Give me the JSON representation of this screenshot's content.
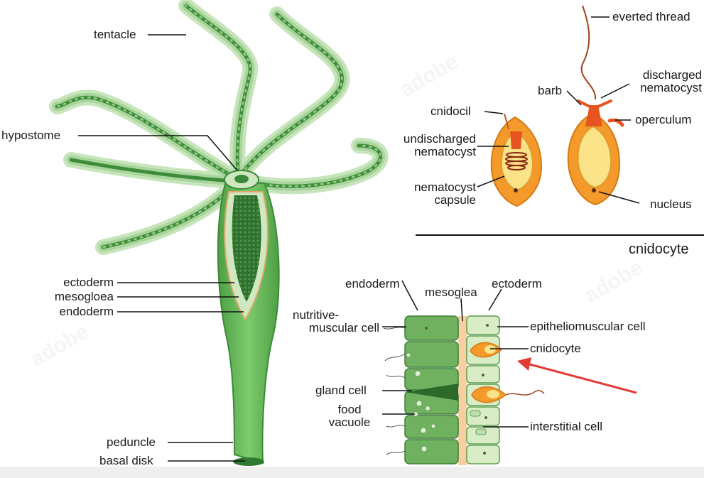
{
  "hydra_labels": {
    "tentacle": "tentacle",
    "hypostome": "hypostome",
    "ectoderm": "ectoderm",
    "mesogloea": "mesogloea",
    "endoderm": "endoderm",
    "peduncle": "peduncle",
    "basal_disk": "basal disk"
  },
  "cnidocyte_labels": {
    "everted_thread": "everted thread",
    "discharged_nematocyst_1": "discharged",
    "discharged_nematocyst_2": "nematocyst",
    "barb": "barb",
    "cnidocil": "cnidocil",
    "operculum": "operculum",
    "undischarged_1": "undischarged",
    "undischarged_2": "nematocyst",
    "capsule_1": "nematocyst",
    "capsule_2": "capsule",
    "nucleus": "nucleus",
    "section_title": "cnidocyte"
  },
  "wall_labels": {
    "endoderm": "endoderm",
    "mesoglea": "mesoglea",
    "ectoderm": "ectoderm",
    "nutritive_1": "nutritive-",
    "nutritive_2": "muscular cell",
    "epitheliomuscular": "epitheliomuscular cell",
    "cnidocyte": "cnidocyte",
    "gland_cell": "gland cell",
    "food_1": "food",
    "food_2": "vacuole",
    "interstitial": "interstitial cell"
  },
  "colors": {
    "tentacle_fill": "#b9dcae",
    "body_fill": "#6cbf5f",
    "body_dark": "#3f8f3c",
    "cnidocyte_orange": "#f39a2a",
    "capsule_yellow": "#fbe38a",
    "thread_red": "#e8541f",
    "mesoglea": "#f7cfa3",
    "arrow_red": "#e23b33"
  },
  "icons": {
    "watermark": "stock-watermark"
  }
}
